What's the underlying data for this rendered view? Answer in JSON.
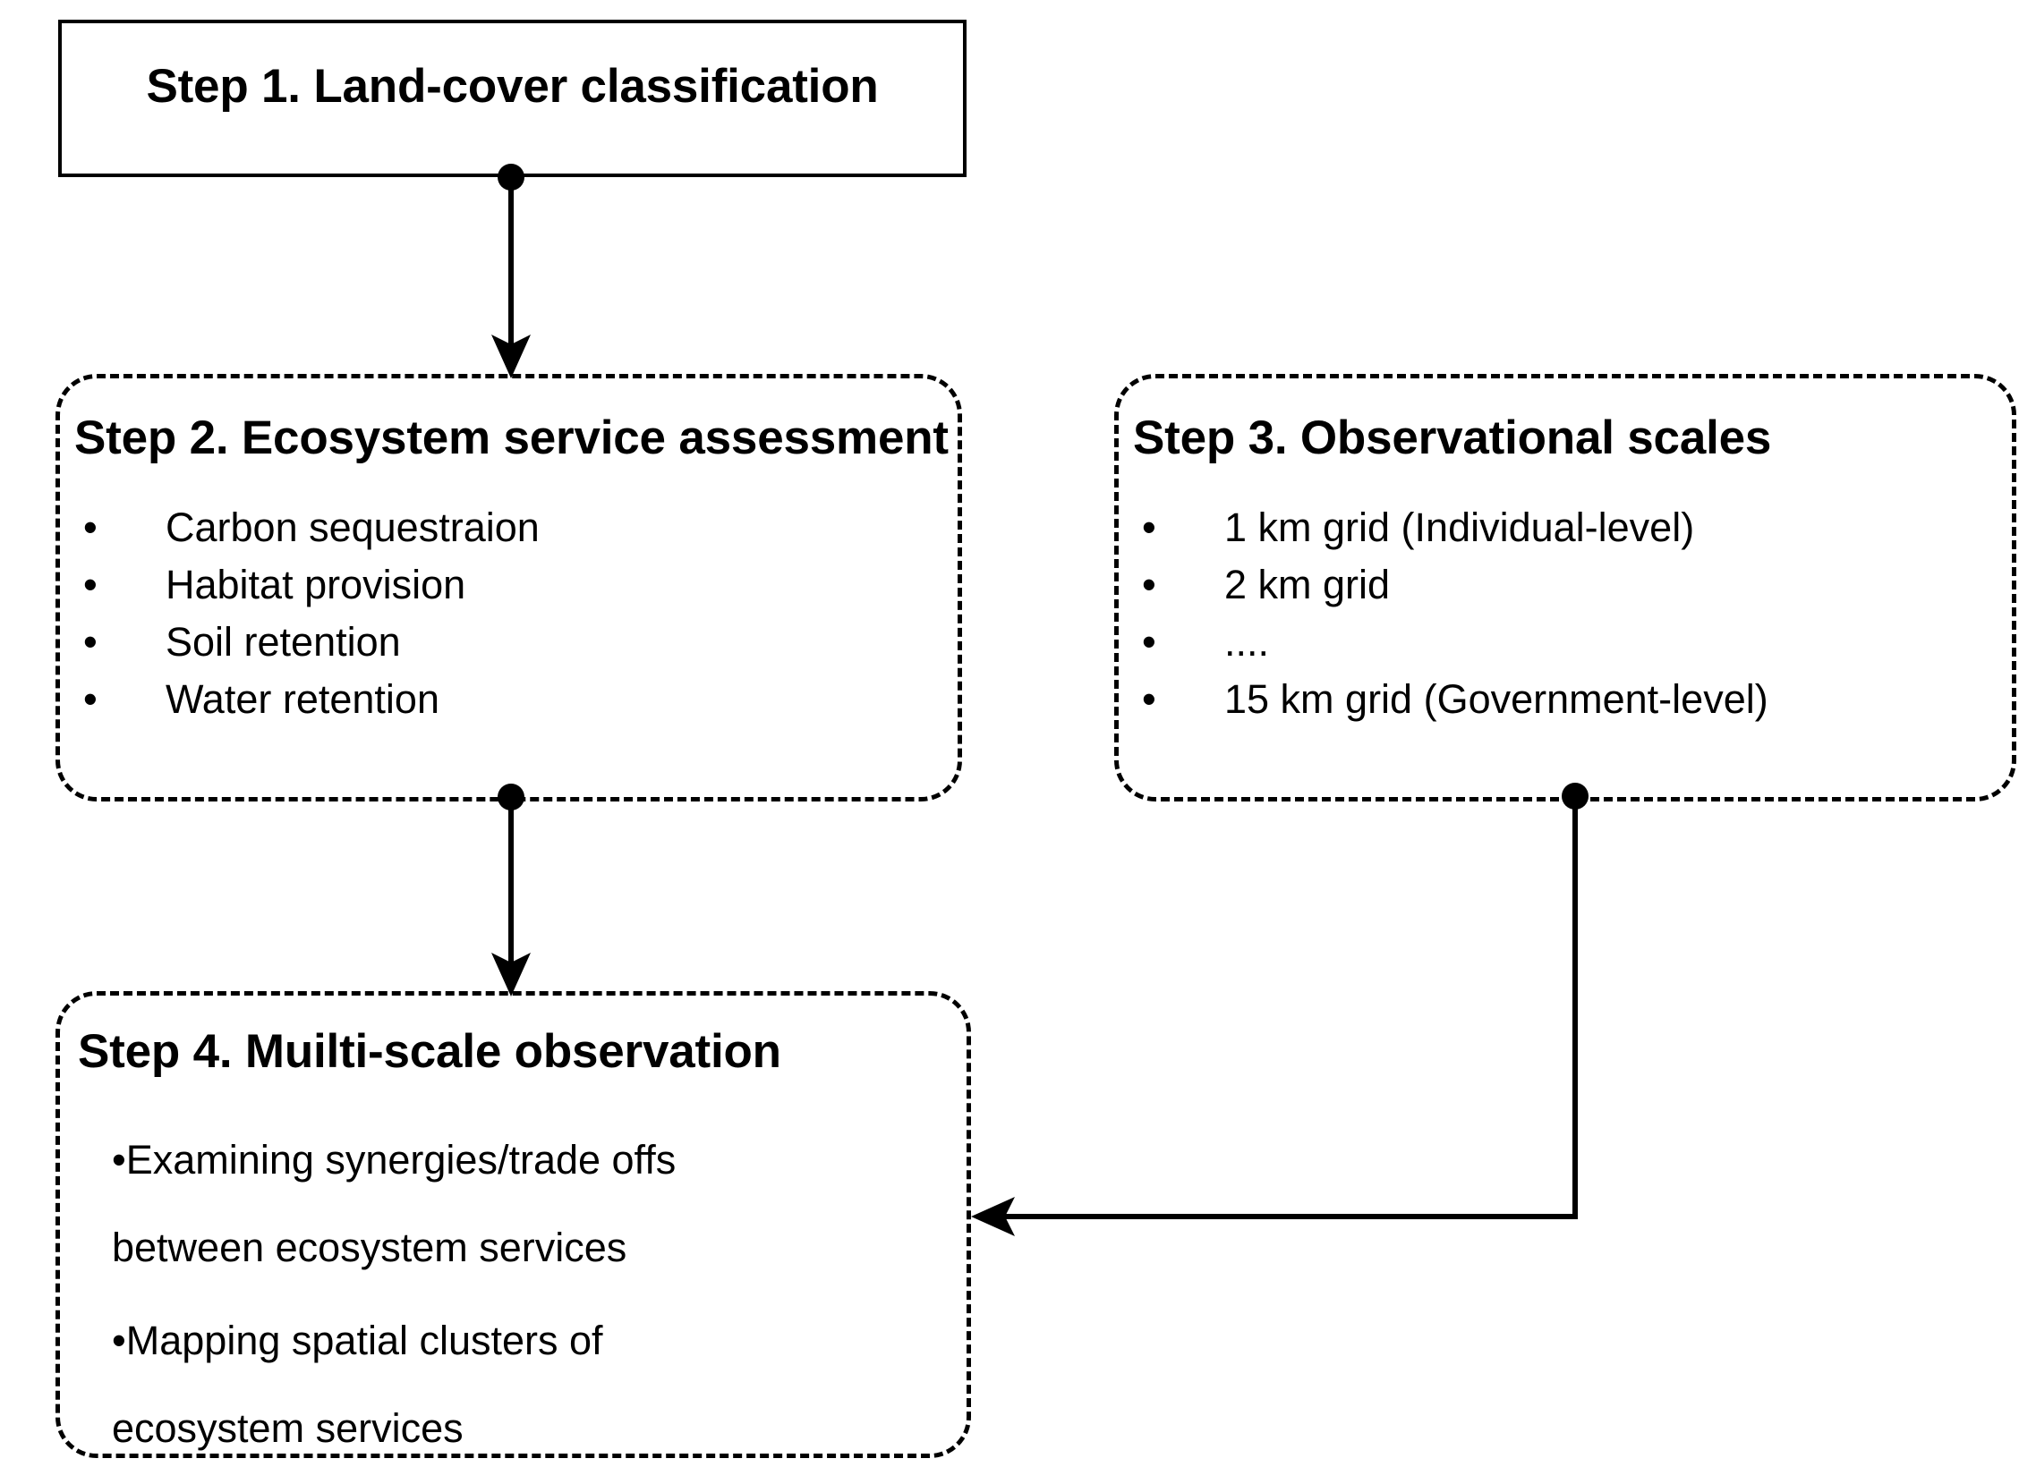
{
  "diagram": {
    "title_step1": "Step 1. Land-cover classification",
    "steps": [
      {
        "id": "step1",
        "title": "Step 1. Land-cover classification",
        "border": "solid",
        "items": []
      },
      {
        "id": "step2",
        "title": "Step 2. Ecosystem service assessment",
        "border": "dashed",
        "bullet_glyph": "•",
        "items": [
          "Carbon sequestraion",
          "Habitat provision",
          "Soil retention",
          "Water retention"
        ]
      },
      {
        "id": "step3",
        "title": "Step 3. Observational scales",
        "border": "dashed",
        "bullet_glyph": "•",
        "items": [
          "1 km grid (Individual-level)",
          "2 km grid",
          "....",
          "15 km grid (Government-level)"
        ]
      },
      {
        "id": "step4",
        "title": "Step 4. Muilti-scale observation",
        "border": "dashed",
        "bullet_glyph": "•",
        "items": [
          "Examining synergies/trade offs between ecosystem services",
          "Mapping spatial clusters of ecosystem services"
        ]
      }
    ],
    "connectors": [
      {
        "id": "conn-step1-step2",
        "from": "step1",
        "to": "step2",
        "shape": "vertical-arrow",
        "has_source_dot": true
      },
      {
        "id": "conn-step2-step4",
        "from": "step2",
        "to": "step4",
        "shape": "vertical-arrow",
        "has_source_dot": true
      },
      {
        "id": "conn-step3-step4",
        "from": "step3",
        "to": "step4",
        "shape": "elbow-arrow",
        "has_source_dot": true
      }
    ],
    "colors": {
      "stroke": "#000000",
      "text": "#000000",
      "background": "#ffffff"
    }
  }
}
